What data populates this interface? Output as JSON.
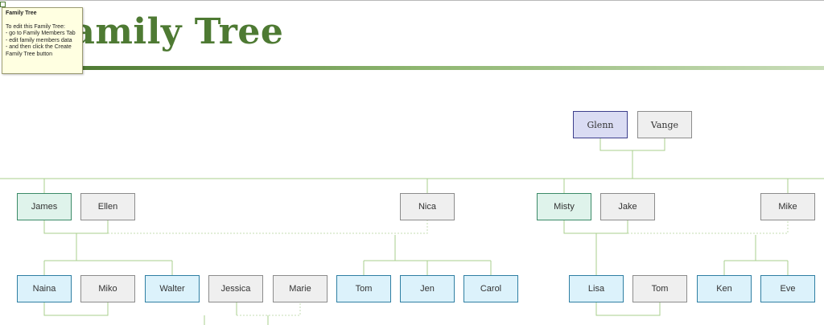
{
  "title": "Family Tree",
  "tooltip": {
    "title": "Family Tree",
    "lines": [
      "To edit this Family Tree:",
      "- go to Family Members Tab",
      "- edit family members data",
      "- and then click the Create",
      "Family Tree button"
    ]
  },
  "colors": {
    "title": "#4e7a33",
    "connector": "#a9cf8c",
    "root_male": "#dadcf3",
    "child": "#dff3eb",
    "grandchild": "#dcf2fb",
    "spouse": "#efefef"
  },
  "tree": {
    "roots": [
      "Glenn",
      "Vange"
    ],
    "generation2": [
      "James",
      "Ellen",
      "Nica",
      "Misty",
      "Jake",
      "Mike"
    ],
    "generation3": [
      "Naina",
      "Miko",
      "Walter",
      "Jessica",
      "Marie",
      "Tom",
      "Jen",
      "Carol",
      "Lisa",
      "Tom",
      "Ken",
      "Eve"
    ]
  }
}
